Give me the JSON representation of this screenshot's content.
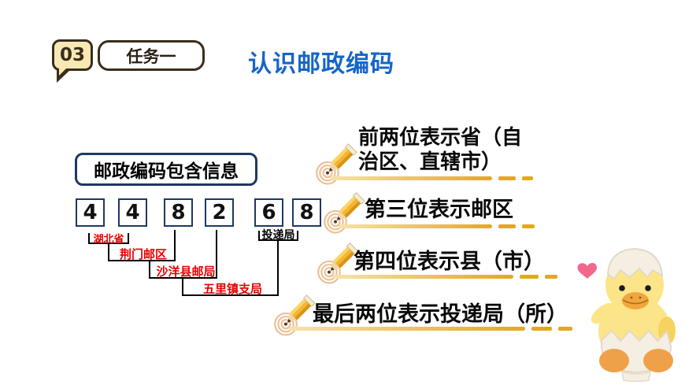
{
  "slide": {
    "badge": "03",
    "task_label": "任务一",
    "title": "认识邮政编码"
  },
  "info_box": {
    "label": "邮政编码包含信息"
  },
  "postal_code": {
    "digits": [
      "4",
      "4",
      "8",
      "2",
      "6",
      "8"
    ],
    "labels": {
      "province": "湖北省",
      "postal_district": "荆门邮区",
      "county_office": "沙洋县邮局",
      "town_branch": "五里镇支局",
      "delivery_office": "投递局"
    }
  },
  "bullets": [
    {
      "text": "前两位表示省（自治区、直辖市）"
    },
    {
      "text": "第三位表示邮区"
    },
    {
      "text": "第四位表示县（市）"
    },
    {
      "text": "最后两位表示投递局（所）"
    }
  ],
  "colors": {
    "title_blue": "#1565c8",
    "label_red": "#e60000",
    "box_navy": "#1f3864",
    "line_black": "#000000",
    "badge_fill": "#f8e9b4",
    "badge_border": "#3a2d1b",
    "gold": "#e2a91c",
    "gold_light": "#f6e2ac"
  }
}
